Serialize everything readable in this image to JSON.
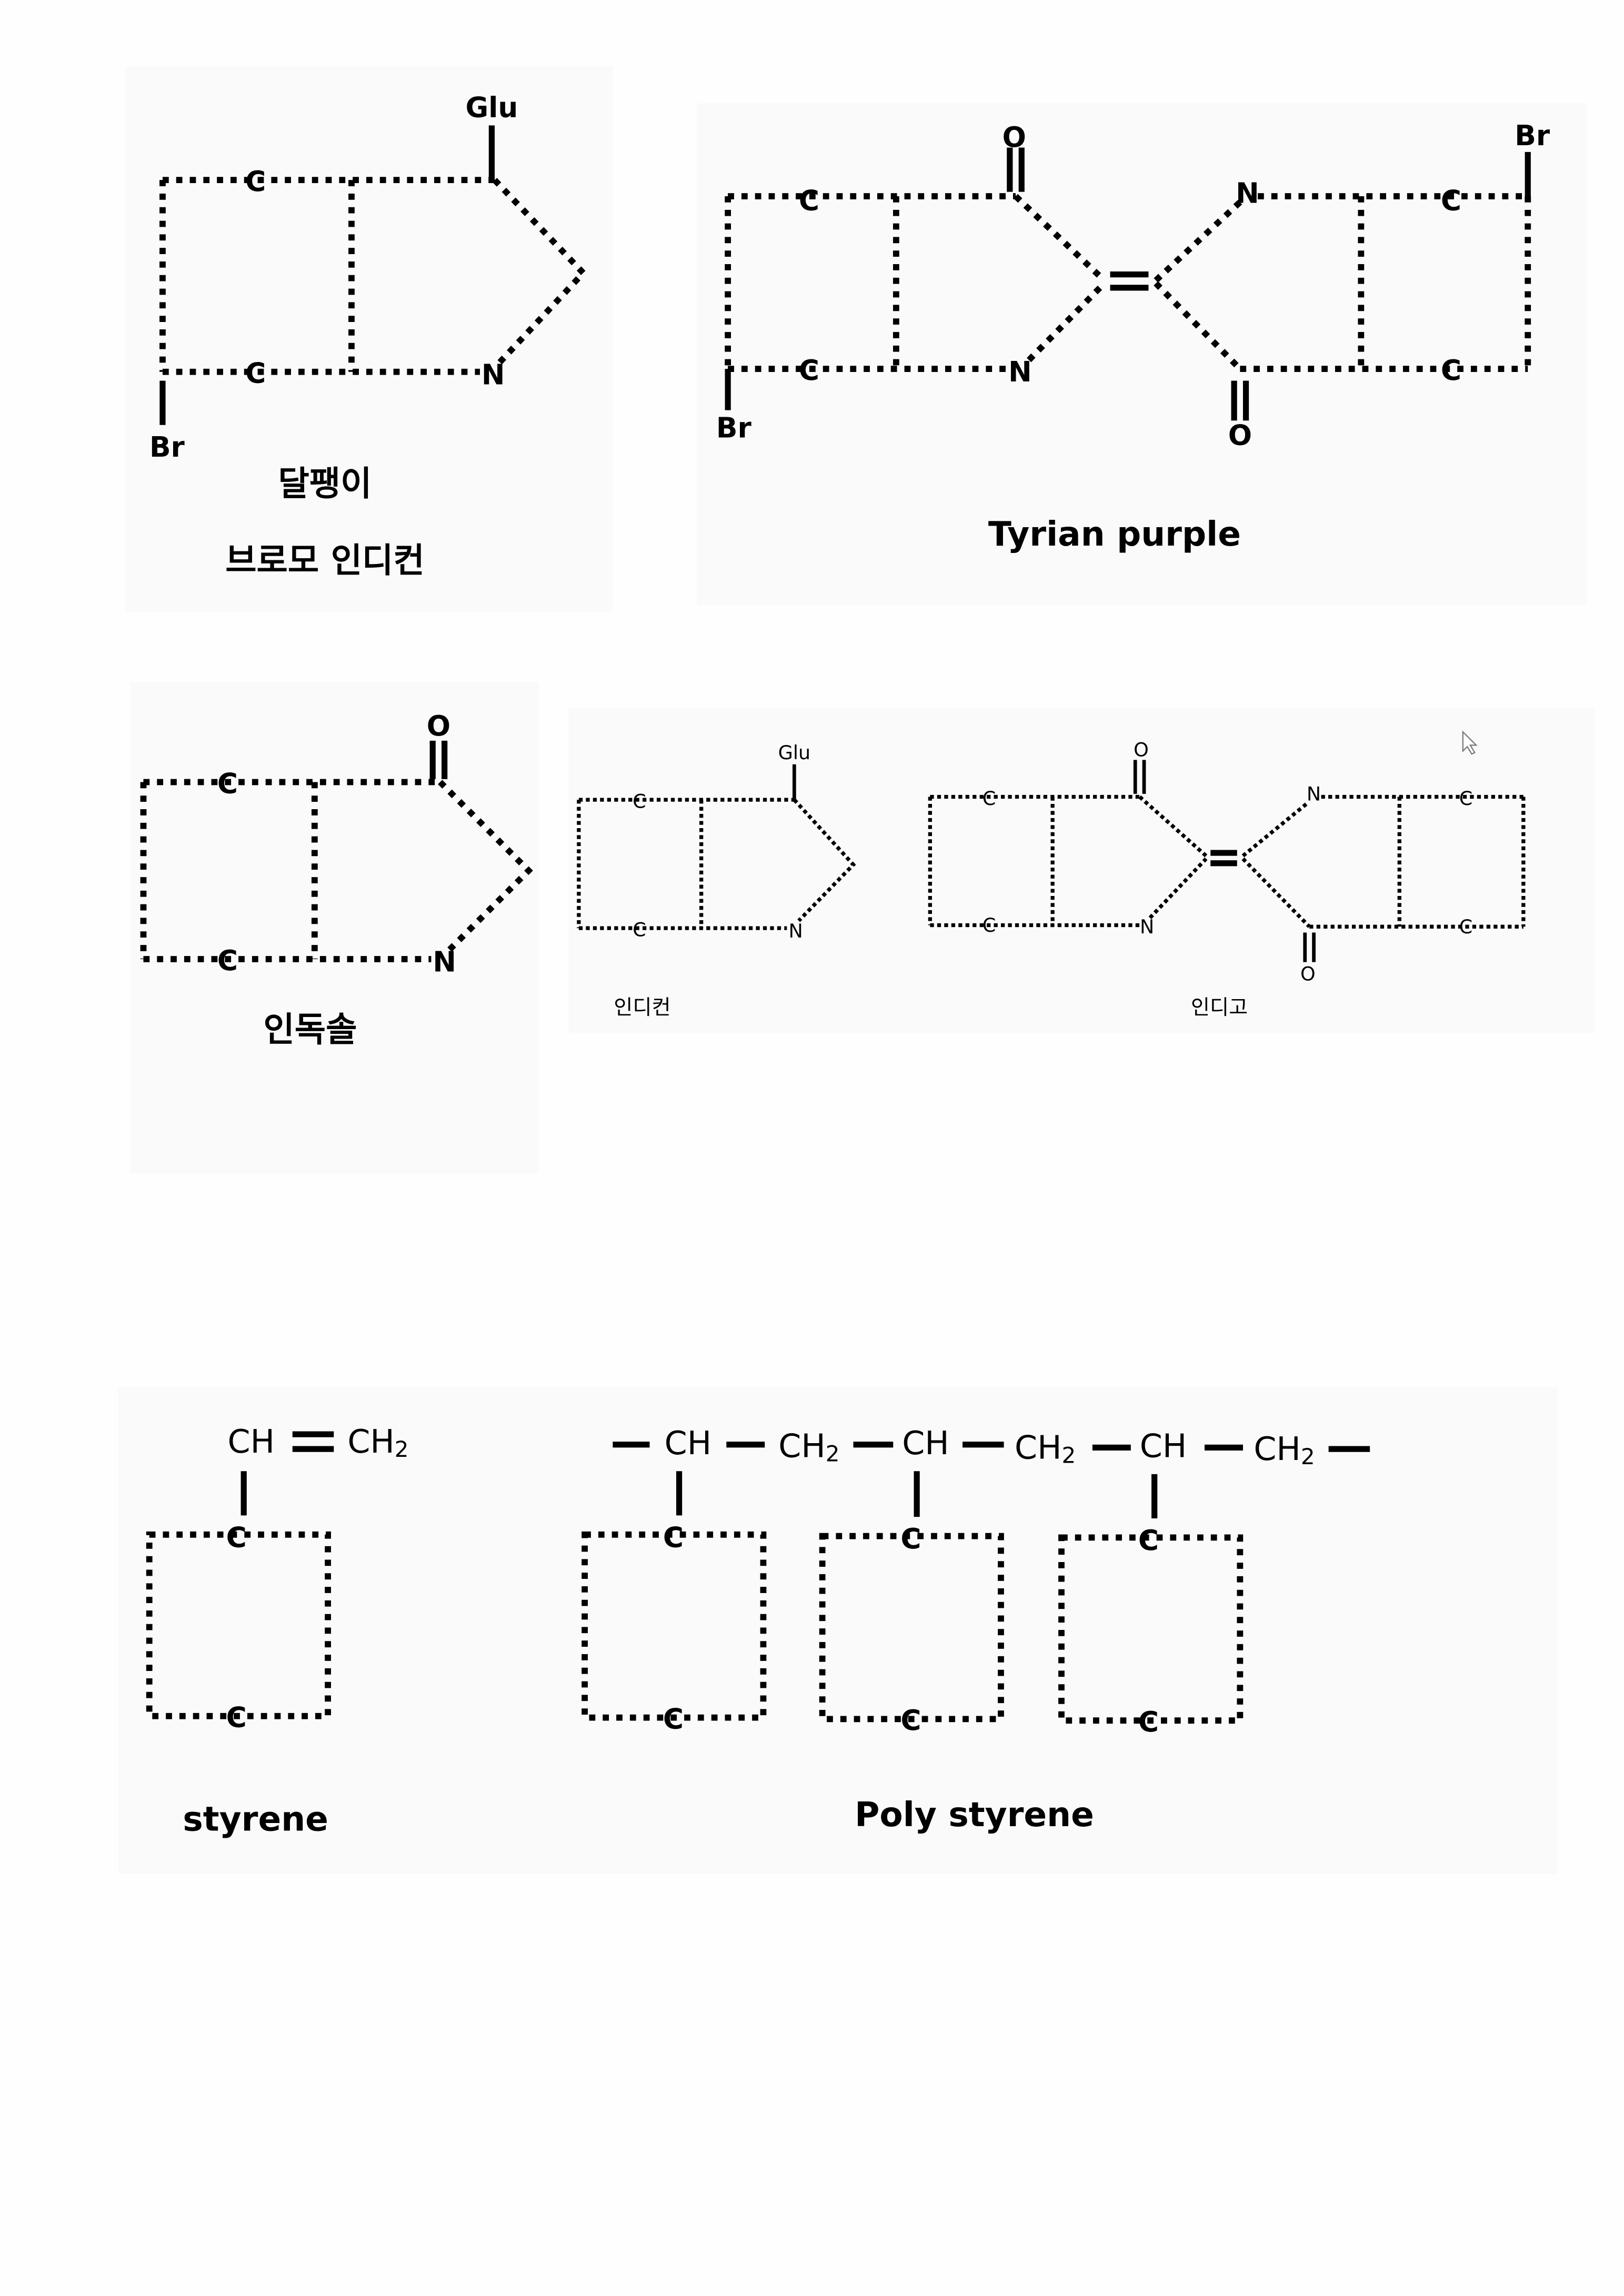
{
  "bromo_indican": {
    "substituent_top": "Glu",
    "substituent_bottom": "Br",
    "atom_c": "C",
    "atom_n": "N",
    "label_source": "달팽이",
    "label_name": "브로모 인디컨"
  },
  "tyrian_purple": {
    "atom_c": "C",
    "atom_n": "N",
    "atom_o": "O",
    "br": "Br",
    "label": "Tyrian purple"
  },
  "indoxyl": {
    "atom_c": "C",
    "atom_n": "N",
    "atom_o": "O",
    "label": "인독솔"
  },
  "indican": {
    "substituent": "Glu",
    "atom_c": "C",
    "atom_n": "N",
    "label": "인디컨"
  },
  "indigo": {
    "atom_c": "C",
    "atom_n": "N",
    "atom_o": "O",
    "label": "인디고"
  },
  "styrene": {
    "ch": "CH",
    "ch2_main": "CH",
    "ch2_sub": "2",
    "atom_c": "C",
    "label": "styrene"
  },
  "polystyrene": {
    "ch": "CH",
    "ch2_main": "CH",
    "ch2_sub": "2",
    "atom_c": "C",
    "label": "Poly styrene"
  }
}
